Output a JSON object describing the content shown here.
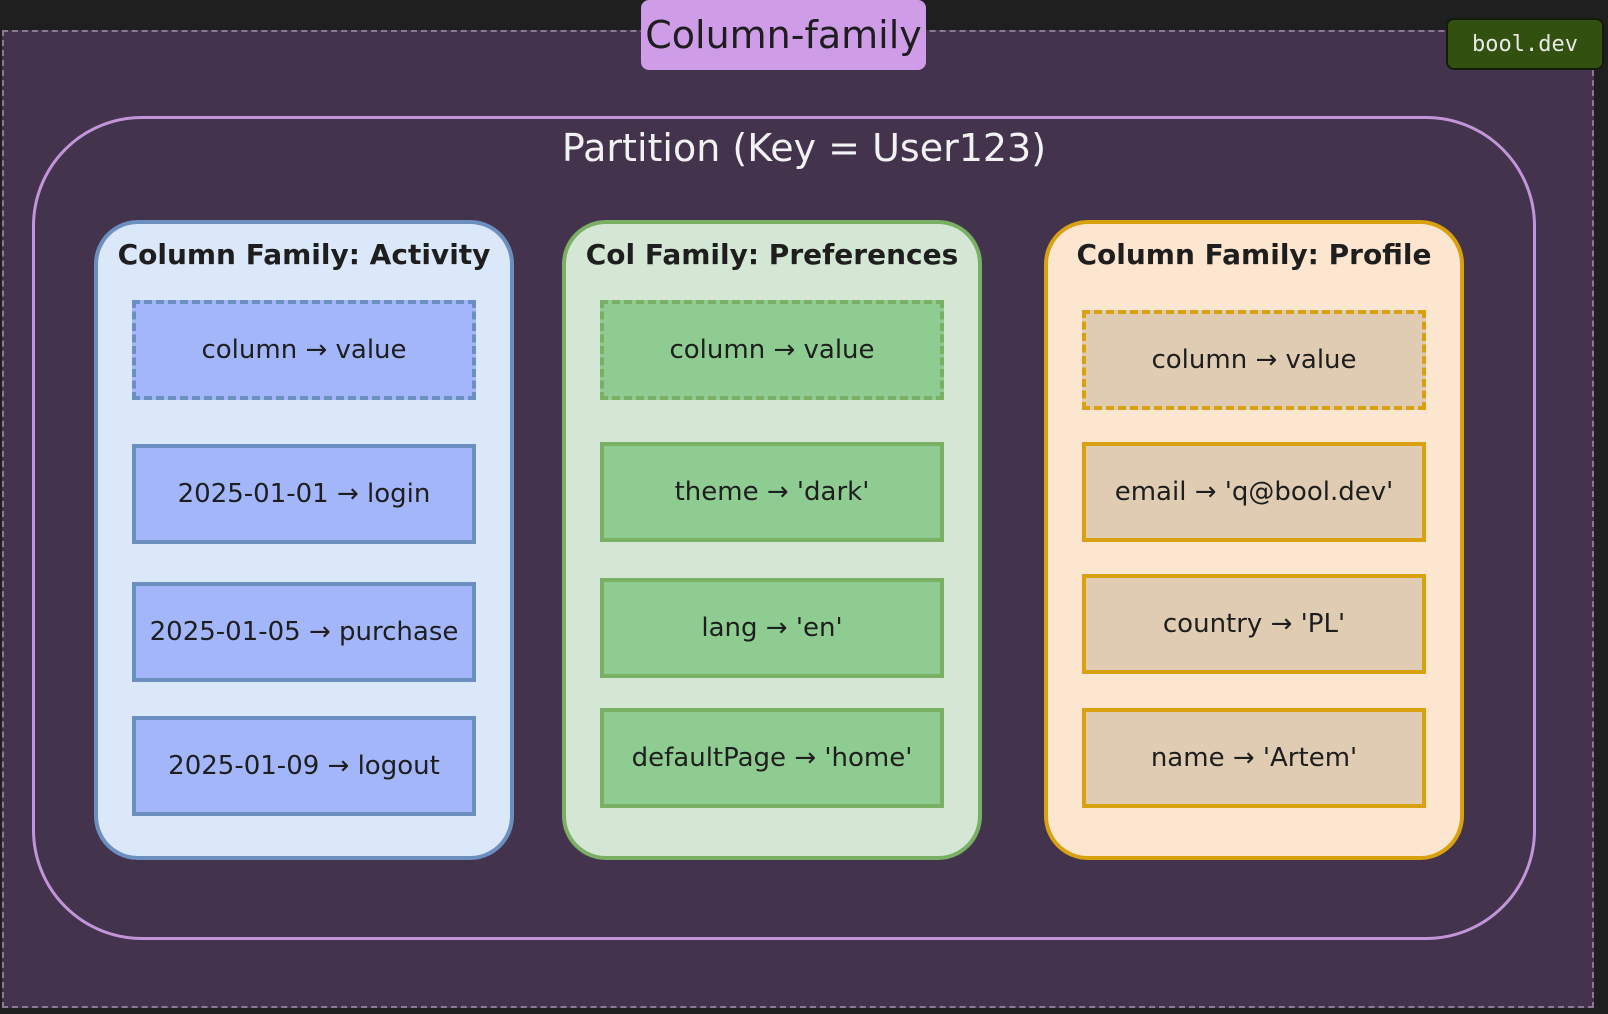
{
  "title": "Column-family",
  "badge": "bool.dev",
  "partition_label": "Partition (Key = User123)",
  "families": [
    {
      "title": "Column Family: Activity",
      "header": "column → value",
      "cells": [
        "2025-01-01 → login",
        "2025-01-05 → purchase",
        "2025-01-09 → logout"
      ]
    },
    {
      "title": "Col Family: Preferences",
      "header": "column → value",
      "cells": [
        "theme → 'dark'",
        "lang → 'en'",
        "defaultPage → 'home'"
      ]
    },
    {
      "title": "Column Family: Profile",
      "header": "column → value",
      "cells": [
        "email → 'q@bool.dev'",
        "country → 'PL'",
        "name → 'Artem'"
      ]
    }
  ],
  "colors": {
    "background": "#44334d",
    "partition_border": "#c295d9",
    "activity_fill": "#dbe8f9",
    "activity_cell": "#a3b6fa",
    "preferences_fill": "#d4e6d4",
    "preferences_cell": "#8fcc92",
    "profile_fill": "#fde6cf",
    "profile_cell": "#dfccb3"
  }
}
